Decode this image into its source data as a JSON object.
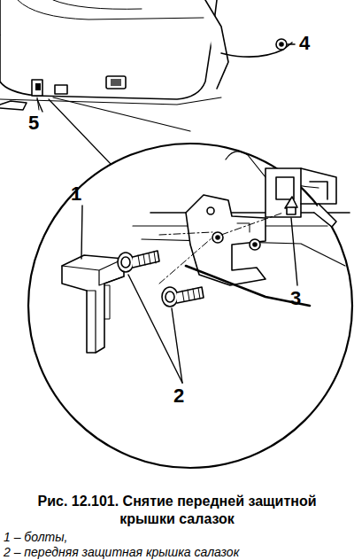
{
  "diagram": {
    "caption": "Рис. 12.101. Снятие передней защитной крышки салазок",
    "labels": [
      "4",
      "5",
      "1",
      "3",
      "2",
      "1 – болты,",
      "2 – передняя защитная крышка салазок"
    ]
  }
}
